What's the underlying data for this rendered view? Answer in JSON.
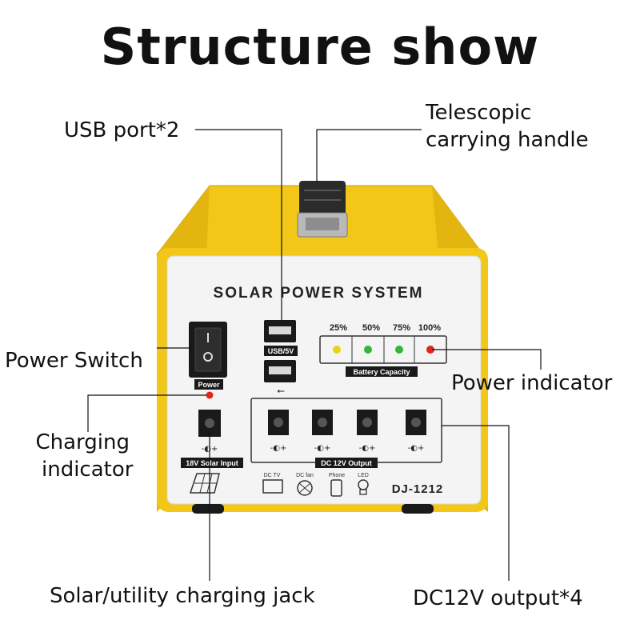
{
  "title": "Structure show",
  "callouts": {
    "usb_port": "USB port*2",
    "handle_line1": "Telescopic",
    "handle_line2": "carrying handle",
    "power_switch": "Power Switch",
    "power_indicator": "Power indicator",
    "charging_line1": "Charging",
    "charging_line2": "indicator",
    "charging_jack": "Solar/utility charging jack",
    "dc_output": "DC12V output*4"
  },
  "panel": {
    "brand": "SOLAR POWER SYSTEM",
    "power_label": "Power",
    "usb_label": "USB/5V",
    "battery_label": "Battery Capacity",
    "levels": [
      "25%",
      "50%",
      "75%",
      "100%"
    ],
    "solar_input_label": "18V Solar Input",
    "dc_output_label": "DC 12V Output",
    "model": "DJ-1212",
    "device_icons": [
      "DC TV",
      "DC fan",
      "Phone",
      "LED"
    ]
  },
  "colors": {
    "case_yellow": "#f2c718",
    "panel_white": "#f4f4f4",
    "led_yellow": "#e3d51a",
    "led_green": "#35b53a",
    "led_red": "#e0261c"
  }
}
